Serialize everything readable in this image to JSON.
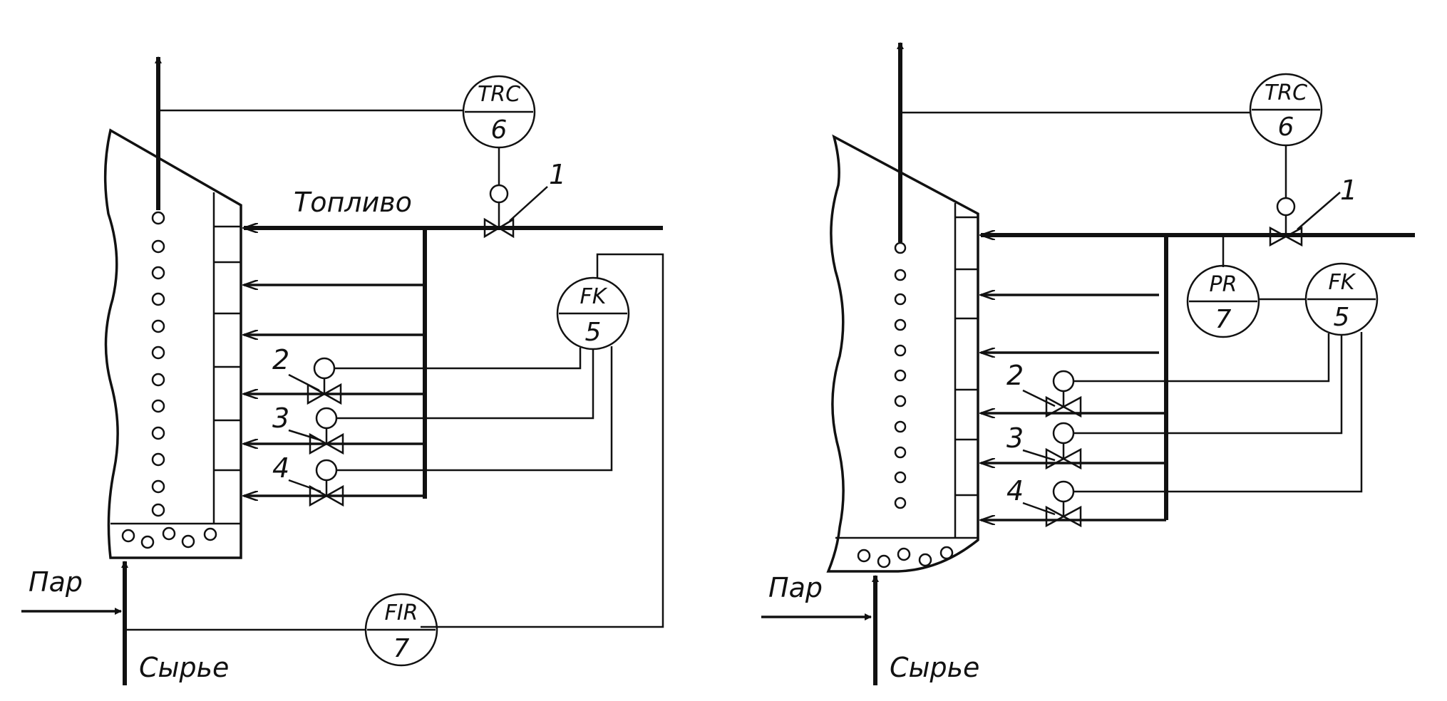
{
  "left": {
    "fuel_label": "Топливо",
    "steam_label": "Пар",
    "feed_label": "Сырье",
    "trc": {
      "tag": "TRC",
      "num": "6"
    },
    "fk": {
      "tag": "FK",
      "num": "5"
    },
    "fir": {
      "tag": "FIR",
      "num": "7"
    },
    "valve_numbers": [
      "1",
      "2",
      "3",
      "4"
    ]
  },
  "right": {
    "steam_label": "Пар",
    "feed_label": "Сырье",
    "trc": {
      "tag": "TRC",
      "num": "6"
    },
    "pr": {
      "tag": "PR",
      "num": "7"
    },
    "fk": {
      "tag": "FK",
      "num": "5"
    },
    "valve_numbers": [
      "1",
      "2",
      "3",
      "4"
    ]
  }
}
